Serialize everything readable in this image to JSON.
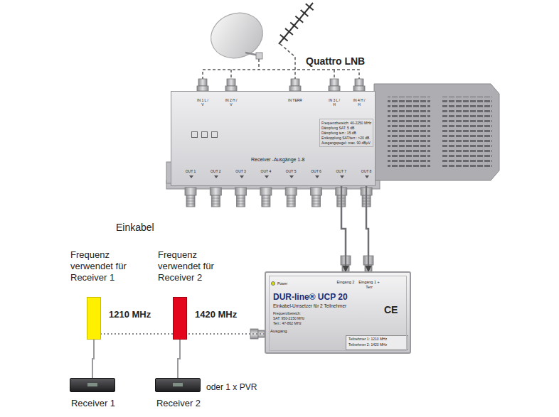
{
  "diagram": {
    "nodes": [
      {
        "text": [
          "Receiver -Ausgänge 1-8"
        ]
      },
      {
        "text": [
          "DUR-line® UCP 20",
          "Einkabel-Umsetzer für 2 Teilnehmer"
        ]
      },
      {
        "text": [
          "Frequenz verwendet für Receiver 1",
          "1210 MHz"
        ]
      },
      {
        "text": [
          "Frequenz verwendet für Receiver 2",
          "1420 MHz"
        ]
      },
      {
        "text": [
          "Receiver 1"
        ]
      },
      {
        "text": [
          "Receiver 2"
        ]
      }
    ],
    "edges": [
      {
        "from": 0,
        "to": 1,
        "arrow": "to"
      },
      {
        "from": 0,
        "to": 1,
        "arrow": "to"
      },
      {
        "from": 1,
        "to": 3,
        "arrow": "none"
      },
      {
        "from": 3,
        "to": 2,
        "arrow": "none"
      },
      {
        "from": 2,
        "to": 4,
        "arrow": "none"
      },
      {
        "from": 3,
        "to": 5,
        "arrow": "none"
      }
    ],
    "labels": [
      "Quattro LNB",
      "IN 1 L / V",
      "IN 2 H / V",
      "IN TERR",
      "IN 3 L / H",
      "IN 4 H / H",
      "OUT 1",
      "OUT 2",
      "OUT 3",
      "OUT 4",
      "OUT 5",
      "OUT 6",
      "OUT 7",
      "OUT 8",
      "Frequenzbereich: 40-2250 MHz",
      "Dämpfung SAT: 5 dB",
      "Dämpfung terr.: 15 dB",
      "Entkopplung SAT/terr.: >20 dB",
      "Ausgangspegel: max. 90 dBµV",
      "Einkabel",
      "Power",
      "Eingang 2",
      "Eingang 1 + Terr",
      "Frequenzbereich:",
      "SAT: 950-2150 MHz",
      "Terr.: 47-862 MHz",
      "Ausgang",
      "Teilnehmer 1: 1210 MHz",
      "Teilnehmer 2: 1420 MHz",
      "CE",
      "oder 1 x PVR"
    ]
  }
}
